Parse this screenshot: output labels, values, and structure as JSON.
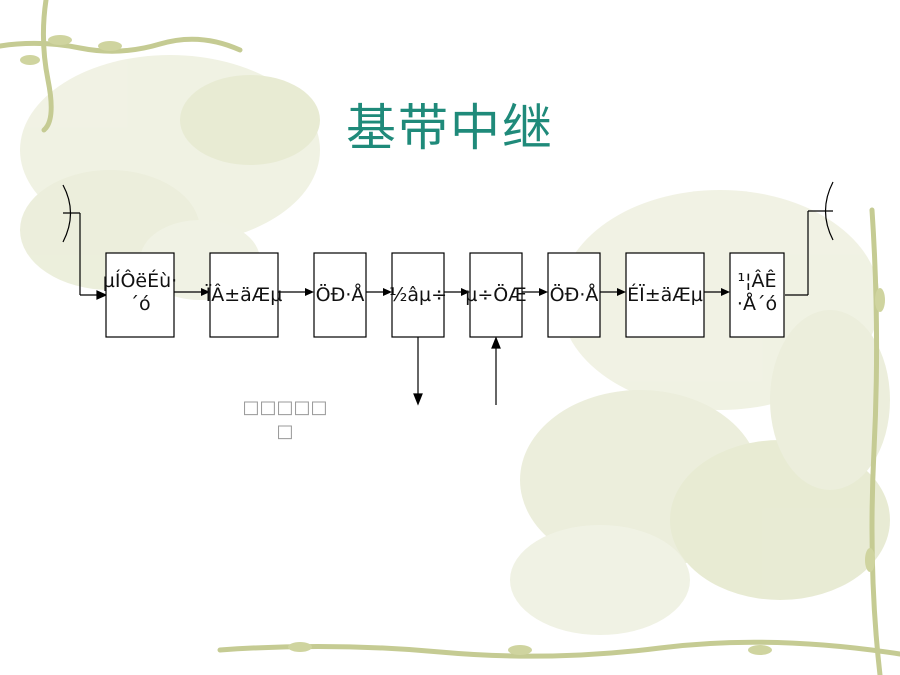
{
  "slide": {
    "title": "基带中继"
  },
  "diagram": {
    "blocks": [
      {
        "id": "b1",
        "label": "µÍÔëÉù·\n´ó"
      },
      {
        "id": "b2",
        "label": "ÏÂ±äÆµ"
      },
      {
        "id": "b3",
        "label": "ÖÐ·Å"
      },
      {
        "id": "b4",
        "label": "½âµ÷"
      },
      {
        "id": "b5",
        "label": "µ÷ÖÆ"
      },
      {
        "id": "b6",
        "label": "ÖÐ·Å"
      },
      {
        "id": "b7",
        "label": "ÉÏ±äÆµ"
      },
      {
        "id": "b8",
        "label": "¹¦ÂÊ\n·Å´ó"
      }
    ],
    "note": "□□□□□\n□"
  },
  "colors": {
    "title": "#1f8a7a",
    "line": "#000000",
    "vine": "#c9cf9a",
    "blossom": "#e7ead4"
  }
}
